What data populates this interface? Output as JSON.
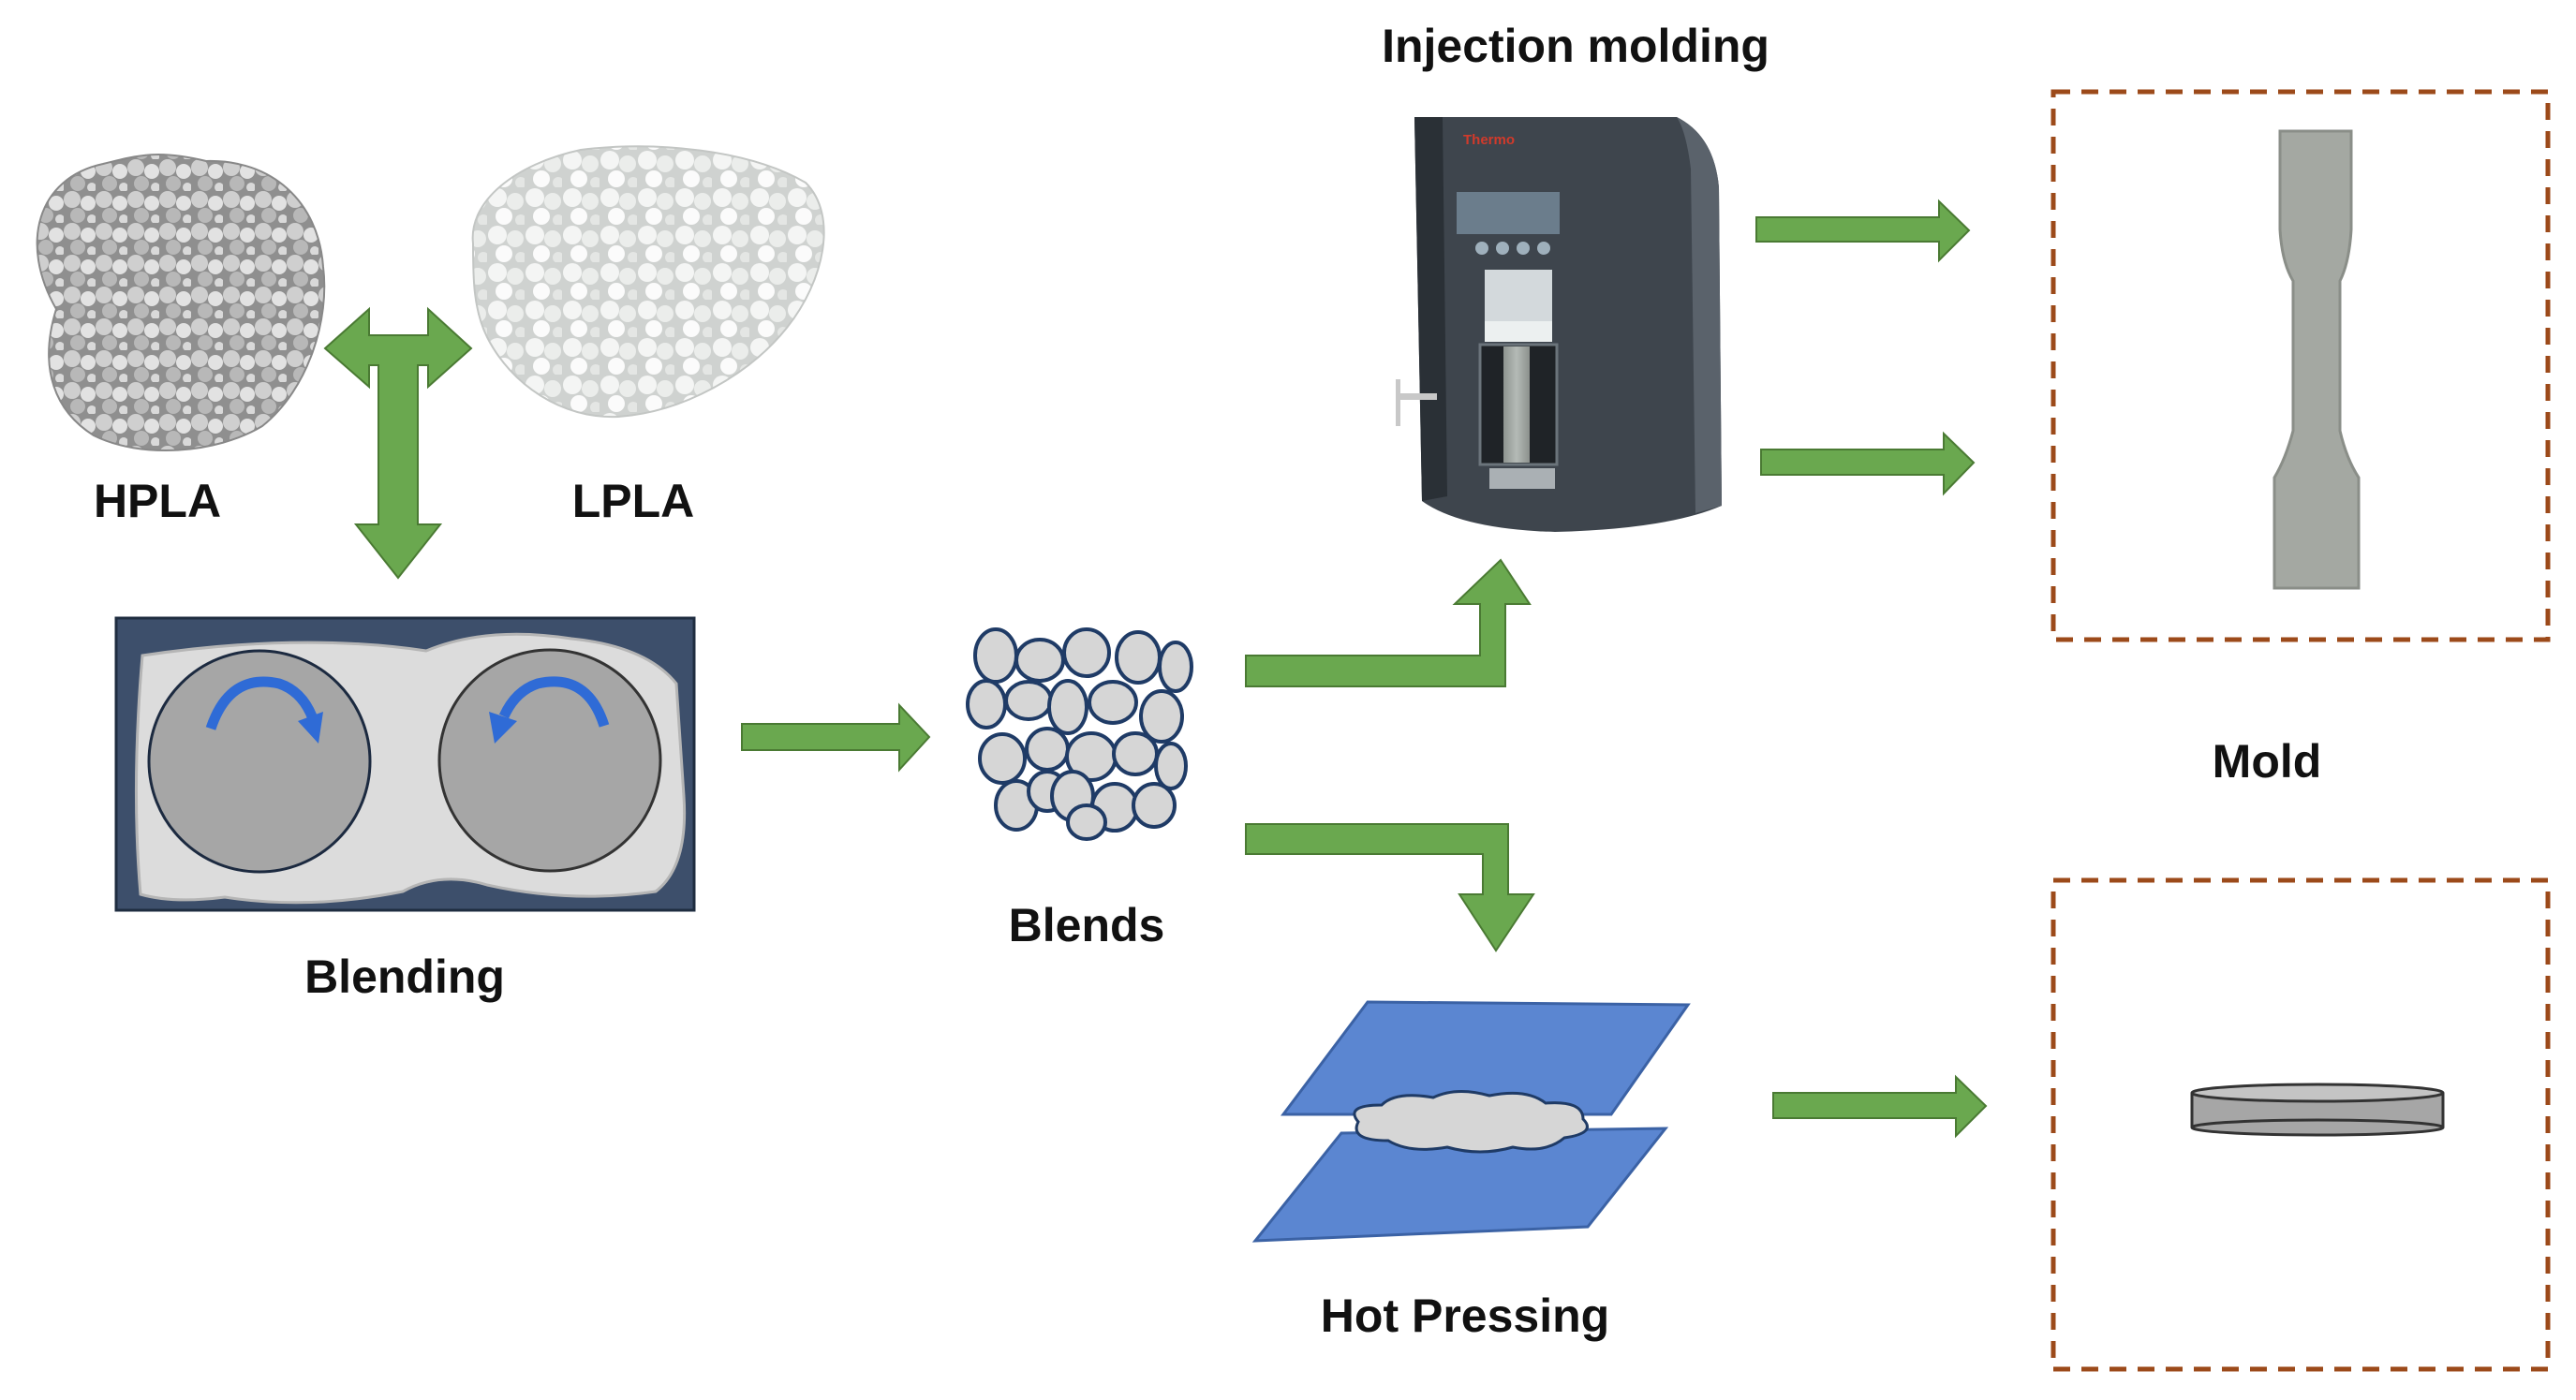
{
  "labels": {
    "hpla": "HPLA",
    "lpla": "LPLA",
    "blending": "Blending",
    "blends": "Blends",
    "injection_molding": "Injection molding",
    "mold": "Mold",
    "hot_pressing": "Hot Pressing"
  },
  "machine": {
    "brand": "Thermo"
  },
  "colors": {
    "arrow_green": "#6aa84f",
    "arrow_outline": "#4a7a33",
    "mixer_navy": "#3d4f6b",
    "roller_gray": "#a6a6a6",
    "rotation_blue": "#2f6bd6",
    "blend_gray": "#d6d6d6",
    "blend_outline": "#1f3b66",
    "plate_blue": "#5b86d1",
    "mold_border": "#9c4a1a",
    "machine_dark": "#3e454d"
  }
}
